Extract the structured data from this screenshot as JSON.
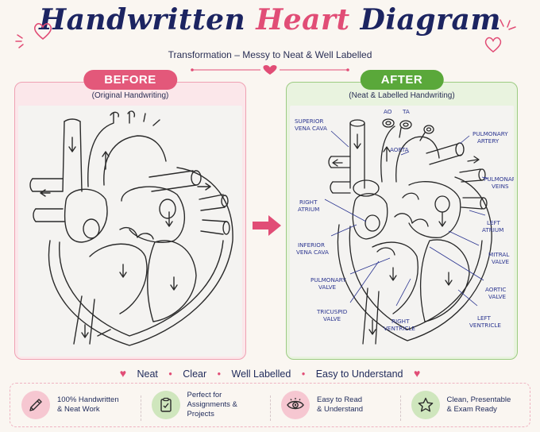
{
  "title": {
    "part1": "Handwritten",
    "part2": "Heart",
    "part3": "Diagram"
  },
  "subtitle": "Transformation – Messy to Neat & Well Labelled",
  "before": {
    "badge": "BEFORE",
    "caption": "(Original Handwriting)"
  },
  "after": {
    "badge": "AFTER",
    "caption": "(Neat & Labelled Handwriting)",
    "labels": {
      "ao": "AO",
      "ta": "TA",
      "svc1": "SUPERIOR",
      "svc2": "VENA CAVA",
      "aorta": "AORTA",
      "pa1": "PULMONARY",
      "pa2": "ARTERY",
      "pv1": "PULMONARY",
      "pv2": "VEINS",
      "ra1": "RIGHT",
      "ra2": "ATRIUM",
      "la1": "LEFT",
      "la2": "ATRIUM",
      "ivc1": "INFERIOR",
      "ivc2": "VENA CAVA",
      "mv1": "MITRAL",
      "mv2": "VALVE",
      "pulv1": "PULMONARY",
      "pulv2": "VALVE",
      "av1": "AORTIC",
      "av2": "VALVE",
      "tv1": "TRICUSPID",
      "tv2": "VALVE",
      "rv1": "RIGHT",
      "rv2": "VENTRICLE",
      "lv1": "LEFT",
      "lv2": "VENTRICLE"
    }
  },
  "features": [
    "Neat",
    "Clear",
    "Well Labelled",
    "Easy to Understand"
  ],
  "benefits": [
    {
      "icon": "pencil-icon",
      "text": "100% Handwritten\n& Neat Work"
    },
    {
      "icon": "clipboard-check-icon",
      "text": "Perfect for\nAssignments &\nProjects"
    },
    {
      "icon": "eye-icon",
      "text": "Easy to Read\n& Understand"
    },
    {
      "icon": "star-icon",
      "text": "Clean, Presentable\n& Exam Ready"
    }
  ],
  "colors": {
    "navy": "#1c2461",
    "pink": "#e14d76",
    "green": "#5aa83a",
    "label": "#2b3590"
  }
}
